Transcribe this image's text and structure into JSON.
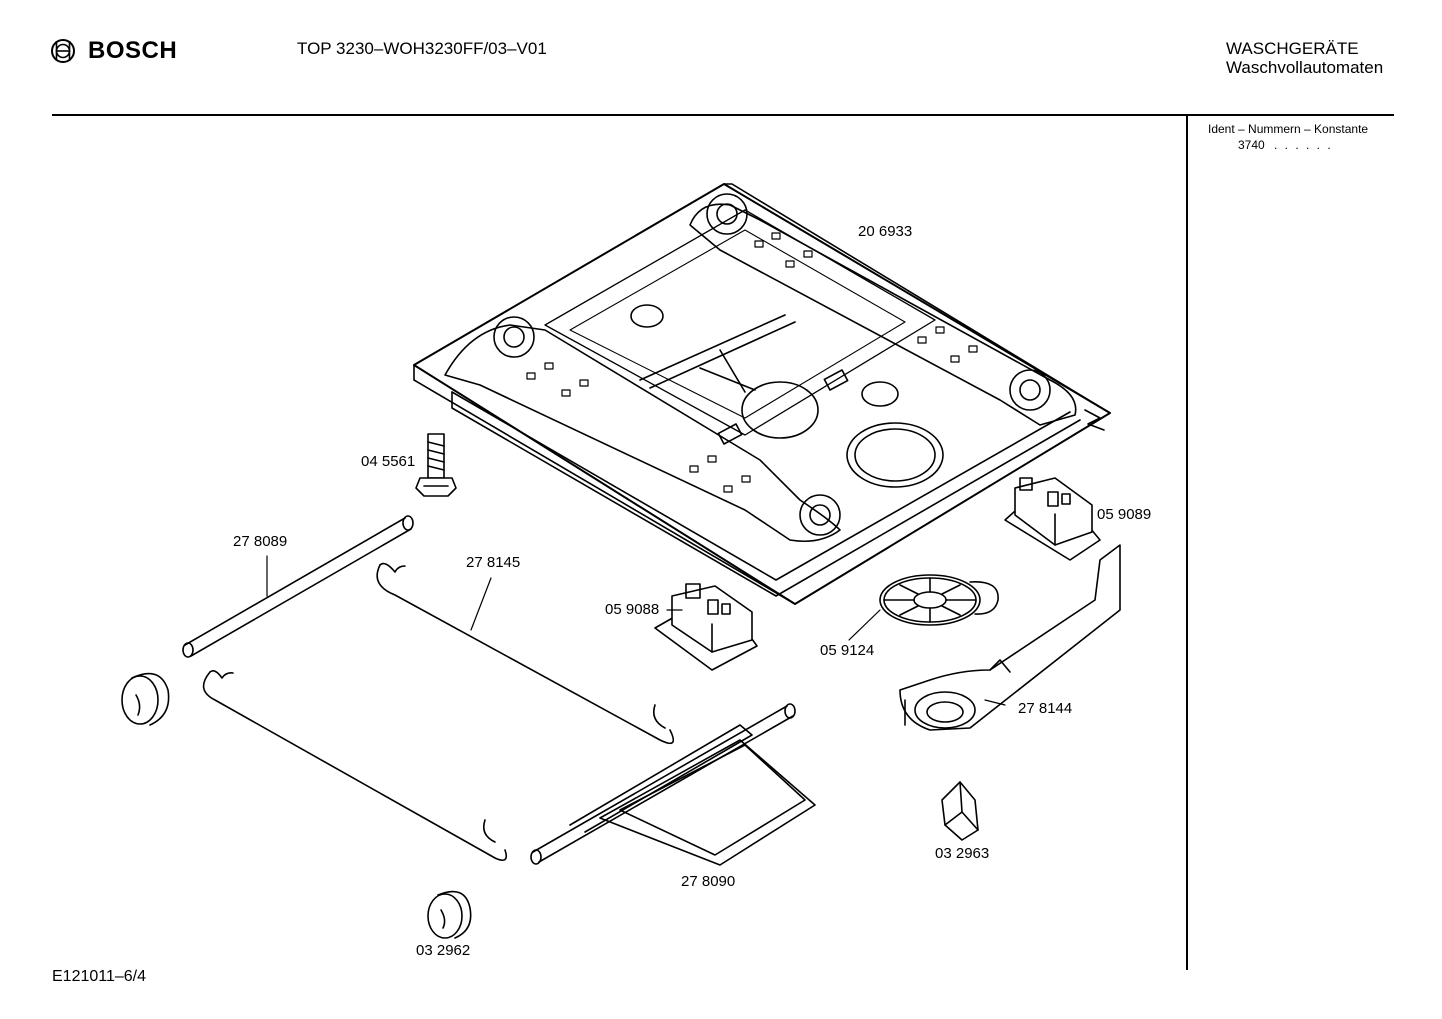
{
  "header": {
    "brand": "BOSCH",
    "model": "TOP 3230–WOH3230FF/03–V01",
    "category_line1": "WASCHGERÄTE",
    "category_line2": "Waschvollautomaten"
  },
  "ident": {
    "title": "Ident – Nummern – Konstante",
    "value": "3740",
    "dots": ". .  . . . ."
  },
  "parts": [
    {
      "number": "20 6933"
    },
    {
      "number": "04 5561"
    },
    {
      "number": "27 8089"
    },
    {
      "number": "27 8145"
    },
    {
      "number": "05 9088"
    },
    {
      "number": "05 9089"
    },
    {
      "number": "05 9124"
    },
    {
      "number": "27 8144"
    },
    {
      "number": "27 8090"
    },
    {
      "number": "03 2963"
    },
    {
      "number": "03 2962"
    }
  ],
  "footer": {
    "code": "E121011–6/4"
  },
  "icons": {
    "brand_logo": "bosch-armature-icon"
  }
}
